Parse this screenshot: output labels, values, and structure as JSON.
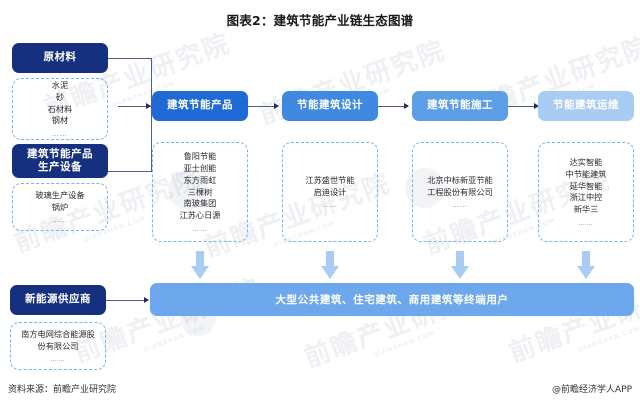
{
  "title": "图表2：建筑节能产业链生态图谱",
  "footer": {
    "source": "资料来源：前瞻产业研究院",
    "credit": "@前瞻经济学人APP"
  },
  "watermarks": {
    "brand": "前瞻产业研究院",
    "sub": "QIANZHAN.COM",
    "logo_text": "前瞻产业研究院"
  },
  "colors": {
    "navy": "#15307e",
    "blue1": "#1f6ad4",
    "blue2": "#3f8ae0",
    "blue3": "#5d9fe6",
    "blue4": "#a9ccf2",
    "bottom_bar": "#6ea8ec",
    "dashed_border": "#7fb2ea",
    "connector": "#4a5f8a"
  },
  "upstream": [
    {
      "label": "原材料",
      "items": [
        "水泥",
        "砂",
        "石材料",
        "钢材"
      ],
      "more": "……"
    },
    {
      "label": "建筑节能产品\n生产设备",
      "label_l1": "建筑节能产品",
      "label_l2": "生产设备",
      "items": [
        "玻璃生产设备",
        "锅炉"
      ],
      "more": "……"
    }
  ],
  "chain": [
    {
      "label": "建筑节能产品",
      "companies": [
        "鲁阳节能",
        "亚士创能",
        "东方雨虹",
        "三棵树",
        "南玻集团",
        "江苏心日源"
      ],
      "more": "……"
    },
    {
      "label": "节能建筑设计",
      "companies": [
        "江苏盛世节能",
        "启迪设计"
      ],
      "more": "……"
    },
    {
      "label": "建筑节能施工",
      "companies": [
        "北京中标新亚节能",
        "工程股份有限公司"
      ],
      "more": "……"
    },
    {
      "label": "节能建筑运维",
      "companies": [
        "达实智能",
        "中节能建筑",
        "延华智能",
        "浙江中控",
        "新华三"
      ],
      "more": "……"
    }
  ],
  "energy_supplier": {
    "label": "新能源供应商",
    "companies": [
      "南方电网综合能源股",
      "份有限公司"
    ],
    "more": "……"
  },
  "end_users": {
    "label": "大型公共建筑、住宅建筑、商用建筑等终端用户"
  }
}
